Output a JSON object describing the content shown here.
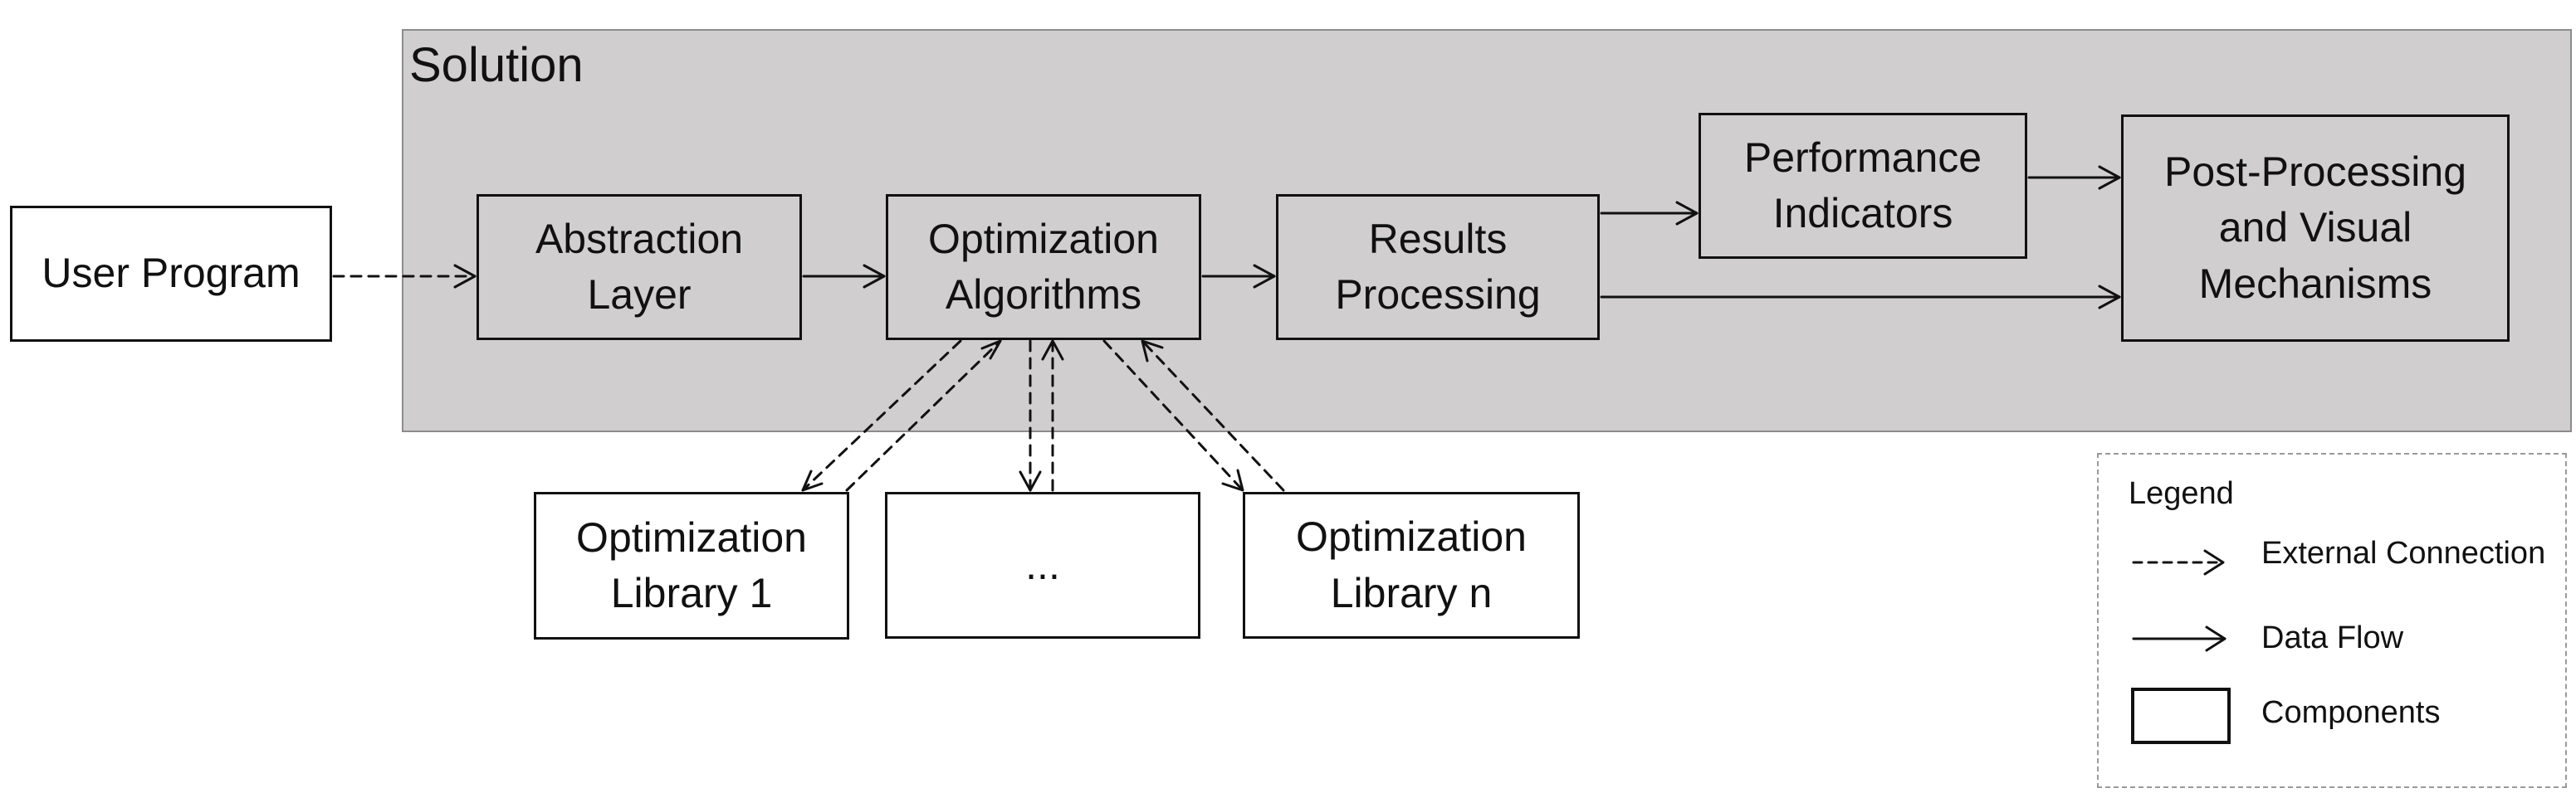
{
  "solution": {
    "title": "Solution"
  },
  "components": {
    "user_program": "User Program",
    "abstraction_layer": "Abstraction\nLayer",
    "optimization_algorithms": "Optimization\nAlgorithms",
    "results_processing": "Results\nProcessing",
    "performance_indicators": "Performance\nIndicators",
    "post_processing": "Post-Processing\nand Visual\nMechanisms",
    "optimization_library_1": "Optimization\nLibrary 1",
    "optimization_library_ellipsis": "...",
    "optimization_library_n": "Optimization\nLibrary n"
  },
  "legend": {
    "title": "Legend",
    "external_connection": "External Connection",
    "data_flow": "Data Flow",
    "components": "Components"
  },
  "colors": {
    "solution_fill": "#d0cecf",
    "solution_border": "#8c8c8c",
    "box_border": "#111111",
    "legend_border": "#9a9a9a"
  }
}
